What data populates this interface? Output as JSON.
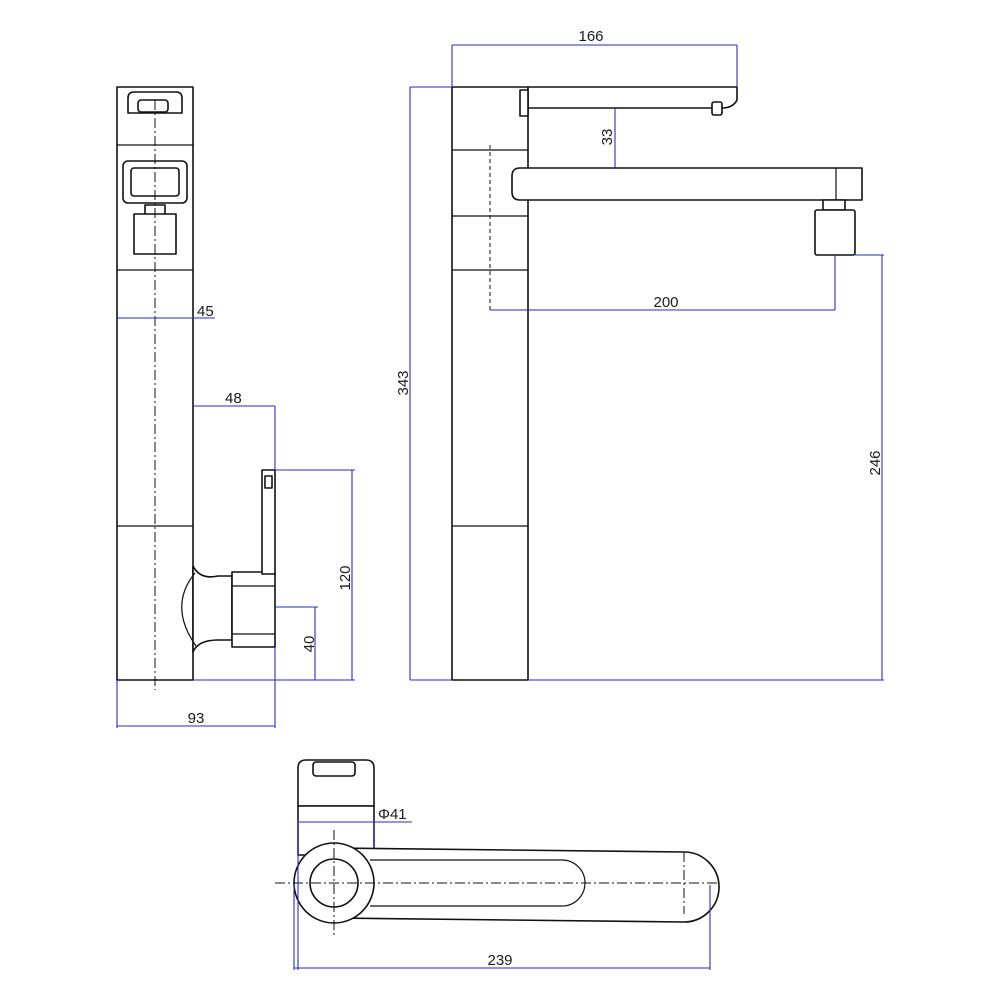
{
  "diagram": {
    "views": [
      "side-view",
      "front-view",
      "top-view"
    ],
    "colors": {
      "outline": "#111111",
      "dimension": "#2a2ac8",
      "text": "#1a1a1a",
      "background": "#ffffff"
    },
    "dimensions": {
      "side_body_width": "45",
      "side_handle_offset": "48",
      "side_handle_height": "120",
      "side_handle_base": "40",
      "side_total_depth": "93",
      "front_top_spout_length": "166",
      "front_spout_gap": "33",
      "front_spout_reach": "200",
      "front_total_height": "343",
      "front_outlet_height": "246",
      "top_diameter": "Φ41",
      "top_total_length": "239"
    }
  }
}
